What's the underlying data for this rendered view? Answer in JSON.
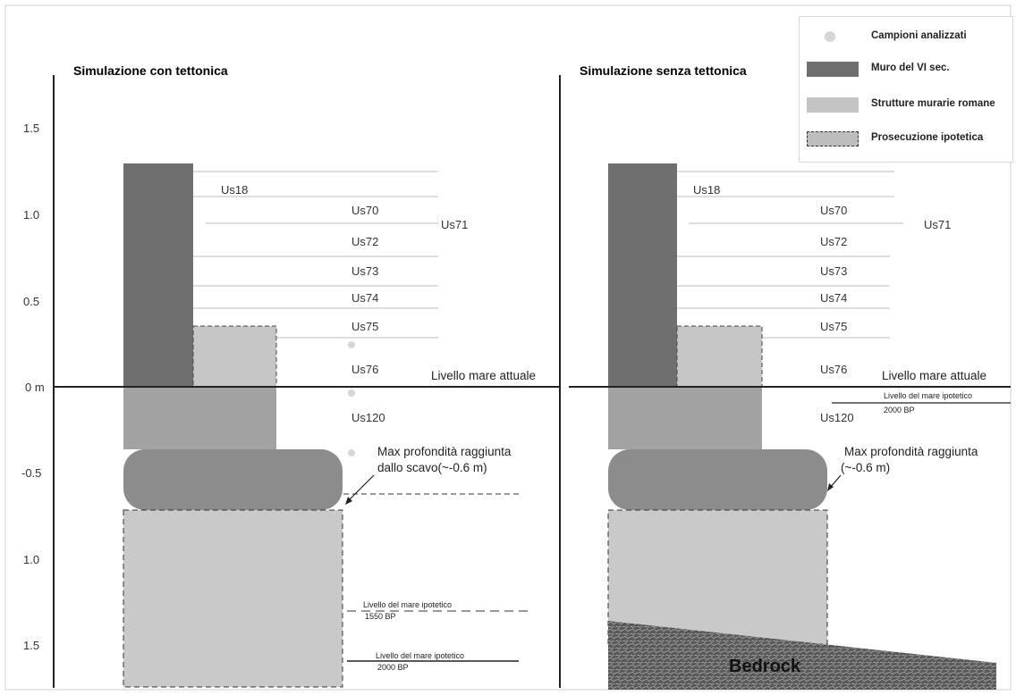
{
  "panels": [
    {
      "title": "Simulazione con tettonica",
      "y_ticks": [
        "1.5",
        "1.0",
        "0.5",
        "0 m",
        "-0.5",
        "1.0",
        "1.5"
      ],
      "layers": [
        "Us18",
        "Us70",
        "Us71",
        "Us72",
        "Us73",
        "Us74",
        "Us75",
        "Us76",
        "Us120"
      ],
      "sea_level_label": "Livello mare attuale",
      "max_depth_label_1": "Max profondità raggiunta",
      "max_depth_label_2": "dallo scavo(~-0.6 m)",
      "hyp_sea_1_label_1": "Livello del mare ipotetico",
      "hyp_sea_1_label_2": "1550 BP",
      "hyp_sea_2_label_1": "Livello del mare ipotetico",
      "hyp_sea_2_label_2": "2000 BP"
    },
    {
      "title": "Simulazione senza tettonica",
      "layers": [
        "Us18",
        "Us70",
        "Us71",
        "Us72",
        "Us73",
        "Us74",
        "Us75",
        "Us76",
        "Us120"
      ],
      "sea_level_label": "Livello mare attuale",
      "max_depth_label_1": "Max profondità raggiunta",
      "max_depth_label_2": "(~-0.6 m)",
      "hyp_sea_label_1": "Livello del mare ipotetico",
      "hyp_sea_label_2": "2000 BP",
      "bedrock_label": "Bedrock"
    }
  ],
  "legend": [
    {
      "label": "Campioni analizzati",
      "color": "#d6d6d6",
      "style": "dot"
    },
    {
      "label": "Muro del VI sec.",
      "color": "#6f6f6f",
      "style": "fill"
    },
    {
      "label": "Strutture murarie romane",
      "color": "#c4c4c4",
      "style": "fill"
    },
    {
      "label": "Prosecuzione ipotetica",
      "color": "#bdbdbd",
      "style": "dashed"
    }
  ],
  "colors": {
    "wall": "#6f6f6f",
    "roman": "#c6c6c6",
    "roman_dark": "#a2a2a2",
    "ellipse": "#8c8c8c",
    "hypothetical": "#c9c9c9",
    "bedrock": "#5a5a5a"
  }
}
